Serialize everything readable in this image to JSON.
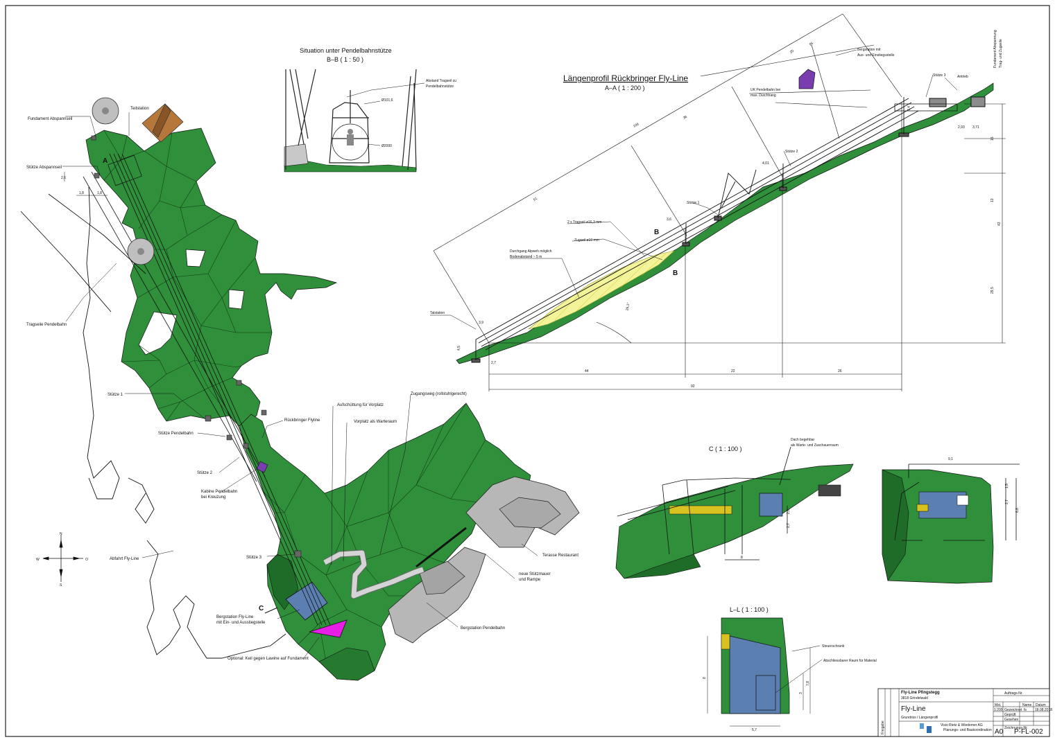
{
  "views": {
    "section_bb": {
      "title": "Situation unter Pendelbahnstütze",
      "scale": "B–B ( 1 : 50 )"
    },
    "profile_aa": {
      "title": "Längenprofil Rückbringer Fly-Line",
      "scale": "A–A ( 1 : 200 )"
    },
    "detail_c": {
      "scale": "C ( 1 : 100 )"
    },
    "detail_ll": {
      "scale": "L–L ( 1 : 100 )"
    }
  },
  "plan_labels": {
    "teilstation": "Teilstation",
    "fundament_abspannseil": "Fundament Abspannseil",
    "stuetze_abspannseil": "Stütze Abspannseil",
    "tragseile_pendelbahn": "Tragseile Pendelbahn",
    "stuetze_1": "Stütze 1",
    "stuetze_pendelbahn": "Stütze Pendelbahn",
    "rueckbringer_flyline": "Rückbringer Flyline",
    "stuetze_2": "Stütze 2",
    "kabine_pendelbahn_1": "Kabine Pendelbahn",
    "kabine_pendelbahn_2": "bei Kreuzung",
    "abfahrt_flyline": "Abfahrt Fly-Line",
    "stuetze_3": "Stütze 3",
    "bergstation_flyline_1": "Bergstation Fly-Line",
    "bergstation_flyline_2": "mit Ein- und Ausstiegstelle",
    "optional_keil": "Optional: Keil gegen Lawine auf Fundament",
    "aufschuettung": "Aufschüttung für Vorplatz",
    "vorplatz": "Vorplatz als Warteraum",
    "zugangsweg": "Zugangsweg (rollstuhlgerecht)",
    "terasse": "Terasse Restaurant",
    "stuetzmauer_1": "neue Stützmauer",
    "stuetzmauer_2": "und Rampe",
    "bergstation_pendelbahn": "Bergstation Pendelbahn",
    "section_a": "A",
    "section_c": "C",
    "dim_a": "2,6",
    "dim_b": "1,8",
    "dim_c": "1,8"
  },
  "compass": {
    "n": "N",
    "s": "S",
    "w": "W",
    "o": "O"
  },
  "section_labels": {
    "abstand_1": "Abstand Tragseil zu",
    "abstand_2": "Pendelbahnstütze",
    "d1": "Ø101,6",
    "d2": "Ø2000"
  },
  "profile_labels": {
    "bergstation_1": "Bergstation mit",
    "bergstation_2": "Aus- und Einstiegsstelle",
    "fundament_1": "Fundament Abspannung",
    "fundament_2": "Trag- und Zugseile",
    "stuetze_3": "Stütze 3",
    "antrieb": "Antrieb",
    "uk_1": "UK Pendelbahn bei",
    "uk_2": "max. Durchhang",
    "stuetze_2": "Stütze 2",
    "stuetze_1": "Stütze 1",
    "tragseil": "2 x Tragseil ø16,3 mm",
    "zugseil": "Zugseil ø10 mm",
    "durchgang_1": "Durchgang Alpweh möglich",
    "durchgang_2": "Bodenabstand ~ 5 m",
    "talstation": "Talstation",
    "sec_b": "B",
    "angle": "26,1°",
    "dims_horizontal": [
      "44",
      "22",
      "26",
      "92"
    ],
    "dims_vertical": [
      "15",
      "13",
      "43",
      "29,5"
    ],
    "dims_small": [
      "3,9",
      "4,5",
      "2,7",
      "3,6",
      "4,01",
      "2,93",
      "3,71",
      "7,4",
      "20",
      "95",
      "51",
      "106",
      "36"
    ]
  },
  "detail_c_labels": {
    "dach_1": "Dach begehbar",
    "dach_2": "als Warte- und Zuschauerraum",
    "dims": [
      "9,1",
      "2,8",
      "2,7",
      "8",
      "1,5",
      "2,7",
      "6,8"
    ]
  },
  "detail_ll_labels": {
    "steuerschrank": "Steuerschrank",
    "abschliessbarer": "Abschliessbarer Raum für Material",
    "dims": [
      "8",
      "5,7",
      "7,8",
      "3"
    ]
  },
  "title_block": {
    "project": "Fly-Line Pfingstegg",
    "place": "3818 Grindelwald",
    "drawing": "Fly-Line",
    "subtitle": "Grundriss / Längenprofil",
    "company": "Visio Rietz & Wiedemer AG",
    "company_sub": "Planungs- und Baukoordination",
    "auftrag_label": "Auftrags-Nr.",
    "massstab_label": "Mst.",
    "massstab": "1:200",
    "name_label": "Name",
    "datum_label": "Datum",
    "gezeichnet": "Gezeichnet",
    "geprueft": "Geprüft",
    "gesehen": "Gesehen",
    "zeichner": "fs",
    "datum": "18.08.2018",
    "format": "A0",
    "zeichnung_nr_label": "Zeichnungs-Nr.",
    "zeichnung_nr": "P-FL-002",
    "side_label": "Freigabe"
  },
  "colors": {
    "terrain": "#2f8f3a",
    "terrain_dark": "#1f6b28",
    "building": "#b7b7b7",
    "cabin": "#7a3db0",
    "wedge": "#e61ee6",
    "station": "#5b7fb0",
    "clearance": "#f3f39a",
    "yellow": "#d8c220",
    "orange_box": "#b5773a"
  }
}
